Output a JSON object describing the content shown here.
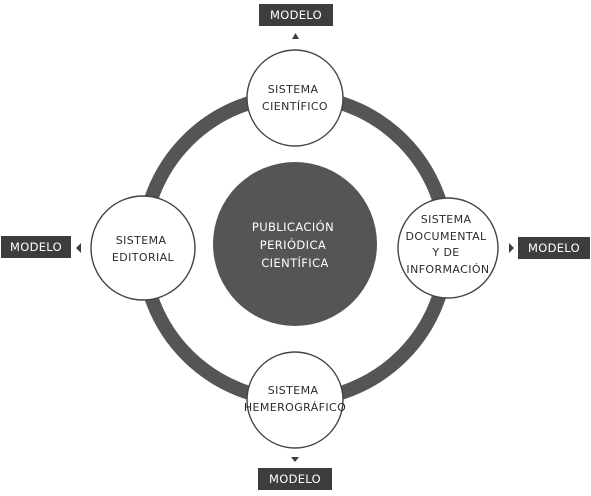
{
  "colors": {
    "ring": "#555555",
    "center_fill": "#555555",
    "model_box": "#3d3d3d",
    "node_fill": "#ffffff",
    "node_stroke": "#444444",
    "text_dark": "#2b2b2b",
    "text_light": "#ffffff"
  },
  "center": {
    "lines": [
      "PUBLICACIÓN",
      "PERIÓDICA",
      "CIENTÍFICA"
    ]
  },
  "nodes": {
    "top": {
      "lines": [
        "SISTEMA",
        "CIENTÍFICO"
      ]
    },
    "left": {
      "lines": [
        "SISTEMA",
        "EDITORIAL"
      ]
    },
    "right": {
      "lines": [
        "SISTEMA",
        "DOCUMENTAL",
        "Y DE",
        "INFORMACIÓN"
      ]
    },
    "bottom": {
      "lines": [
        "SISTEMA",
        "HEMEROGRÁFICO"
      ]
    }
  },
  "models": {
    "top": "MODELO",
    "left": "MODELO",
    "right": "MODELO",
    "bottom": "MODELO"
  },
  "icons": {
    "arrow_top": "triangle-up-icon",
    "arrow_left": "triangle-left-icon",
    "arrow_right": "triangle-right-icon",
    "arrow_bottom": "triangle-down-icon"
  }
}
